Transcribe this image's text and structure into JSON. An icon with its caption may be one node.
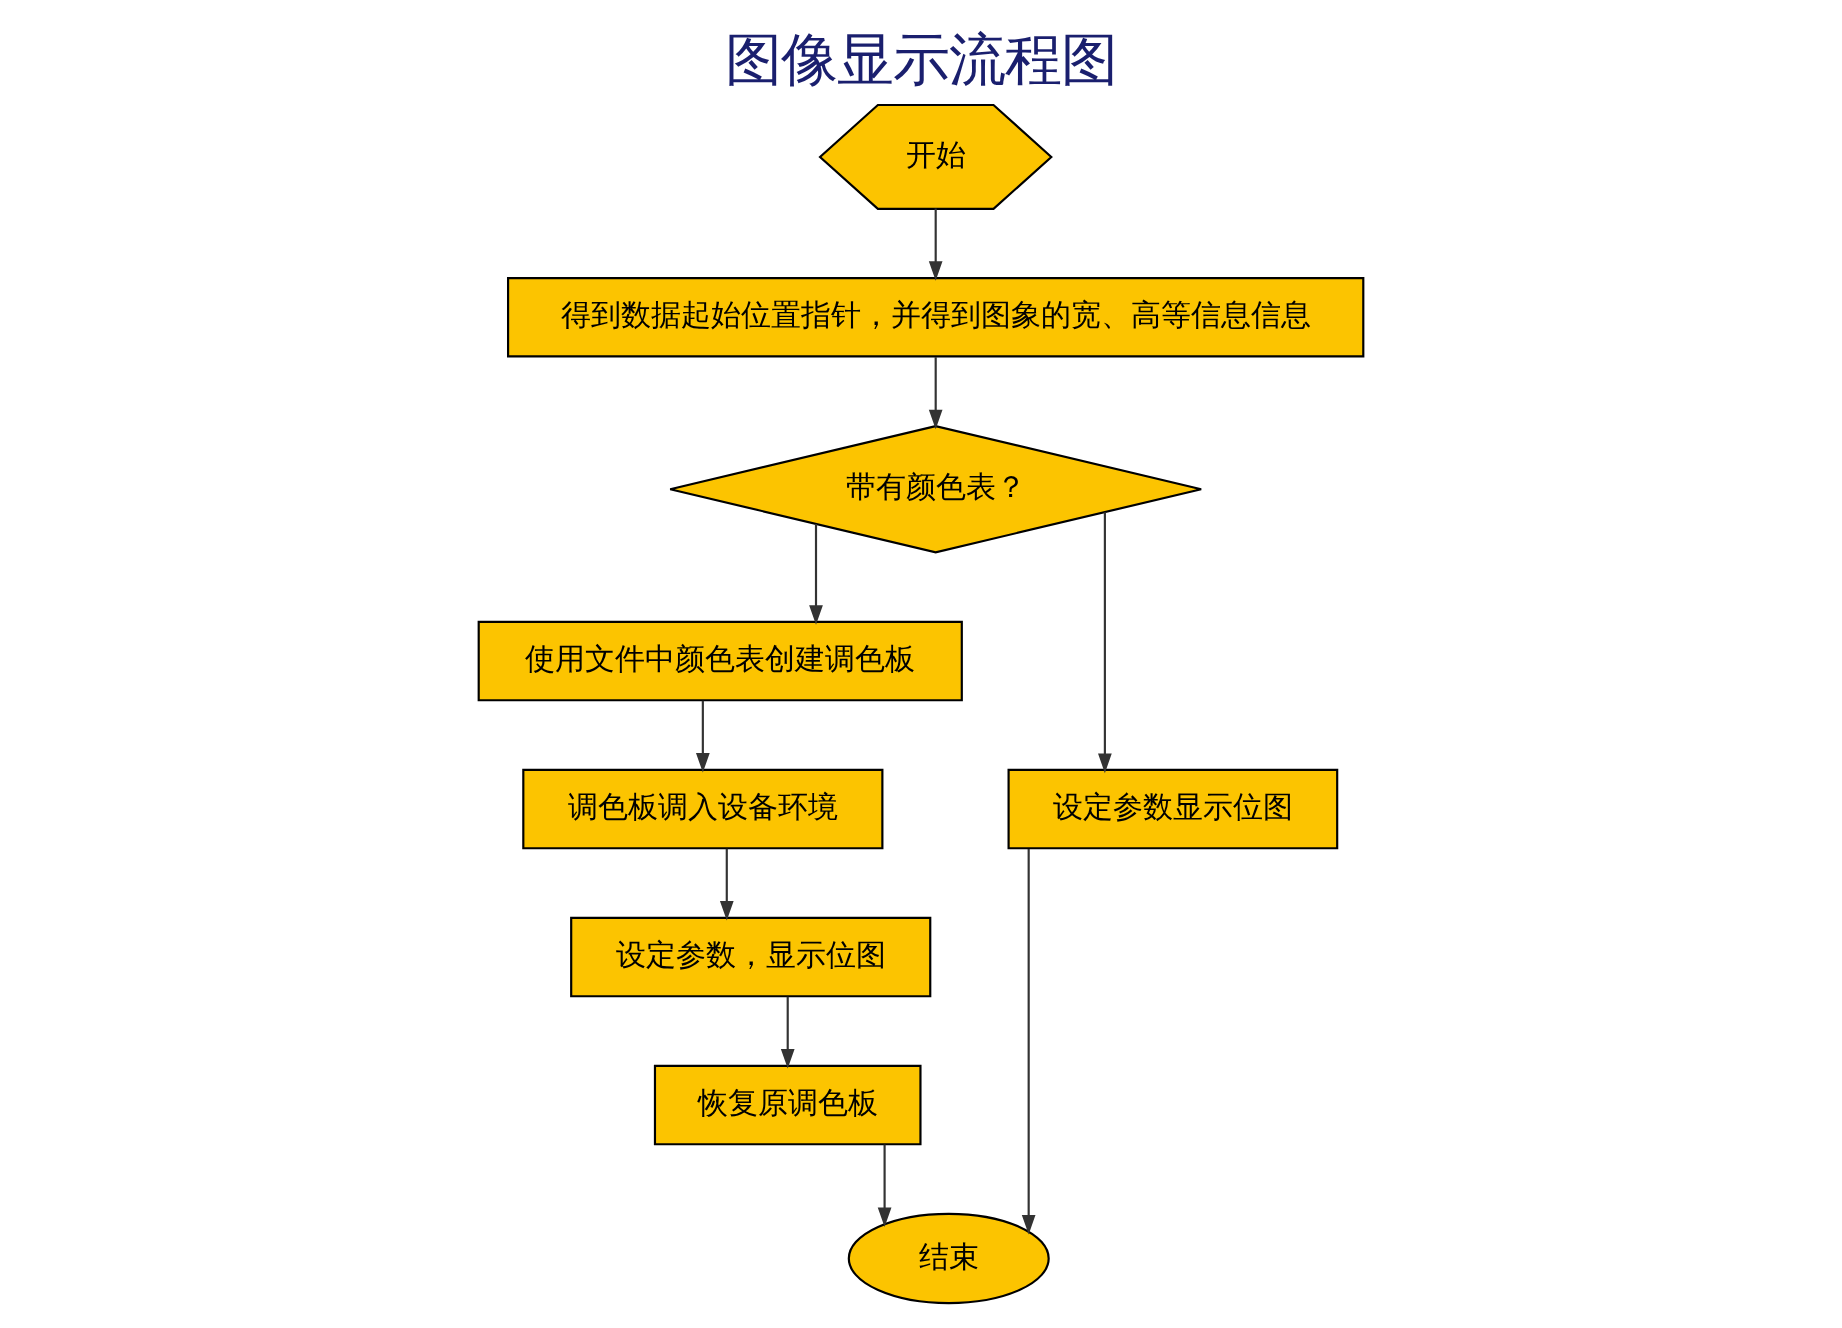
{
  "diagram": {
    "title": "图像显示流程图",
    "nodes": [
      {
        "text": [
          "开始"
        ]
      },
      {
        "text": [
          "得到数据起始位置指针，并得到图象的宽、高等信息信息"
        ]
      },
      {
        "text": [
          "带有颜色表？"
        ]
      },
      {
        "text": [
          "使用文件中颜色表创建调色板"
        ]
      },
      {
        "text": [
          "调色板调入设备环境"
        ]
      },
      {
        "text": [
          "设定参数，显示位图"
        ]
      },
      {
        "text": [
          "恢复原调色板"
        ]
      },
      {
        "text": [
          "设定参数显示位图"
        ]
      },
      {
        "text": [
          "结束"
        ]
      }
    ],
    "edges": [
      {
        "from": 0,
        "to": 1,
        "arrow": "to"
      },
      {
        "from": 1,
        "to": 2,
        "arrow": "to"
      },
      {
        "from": 2,
        "to": 3,
        "arrow": "to"
      },
      {
        "from": 3,
        "to": 4,
        "arrow": "to"
      },
      {
        "from": 4,
        "to": 5,
        "arrow": "to"
      },
      {
        "from": 5,
        "to": 6,
        "arrow": "to"
      },
      {
        "from": 6,
        "to": 8,
        "arrow": "to"
      },
      {
        "from": 2,
        "to": 7,
        "arrow": "to"
      },
      {
        "from": 7,
        "to": 8,
        "arrow": "to"
      }
    ]
  }
}
